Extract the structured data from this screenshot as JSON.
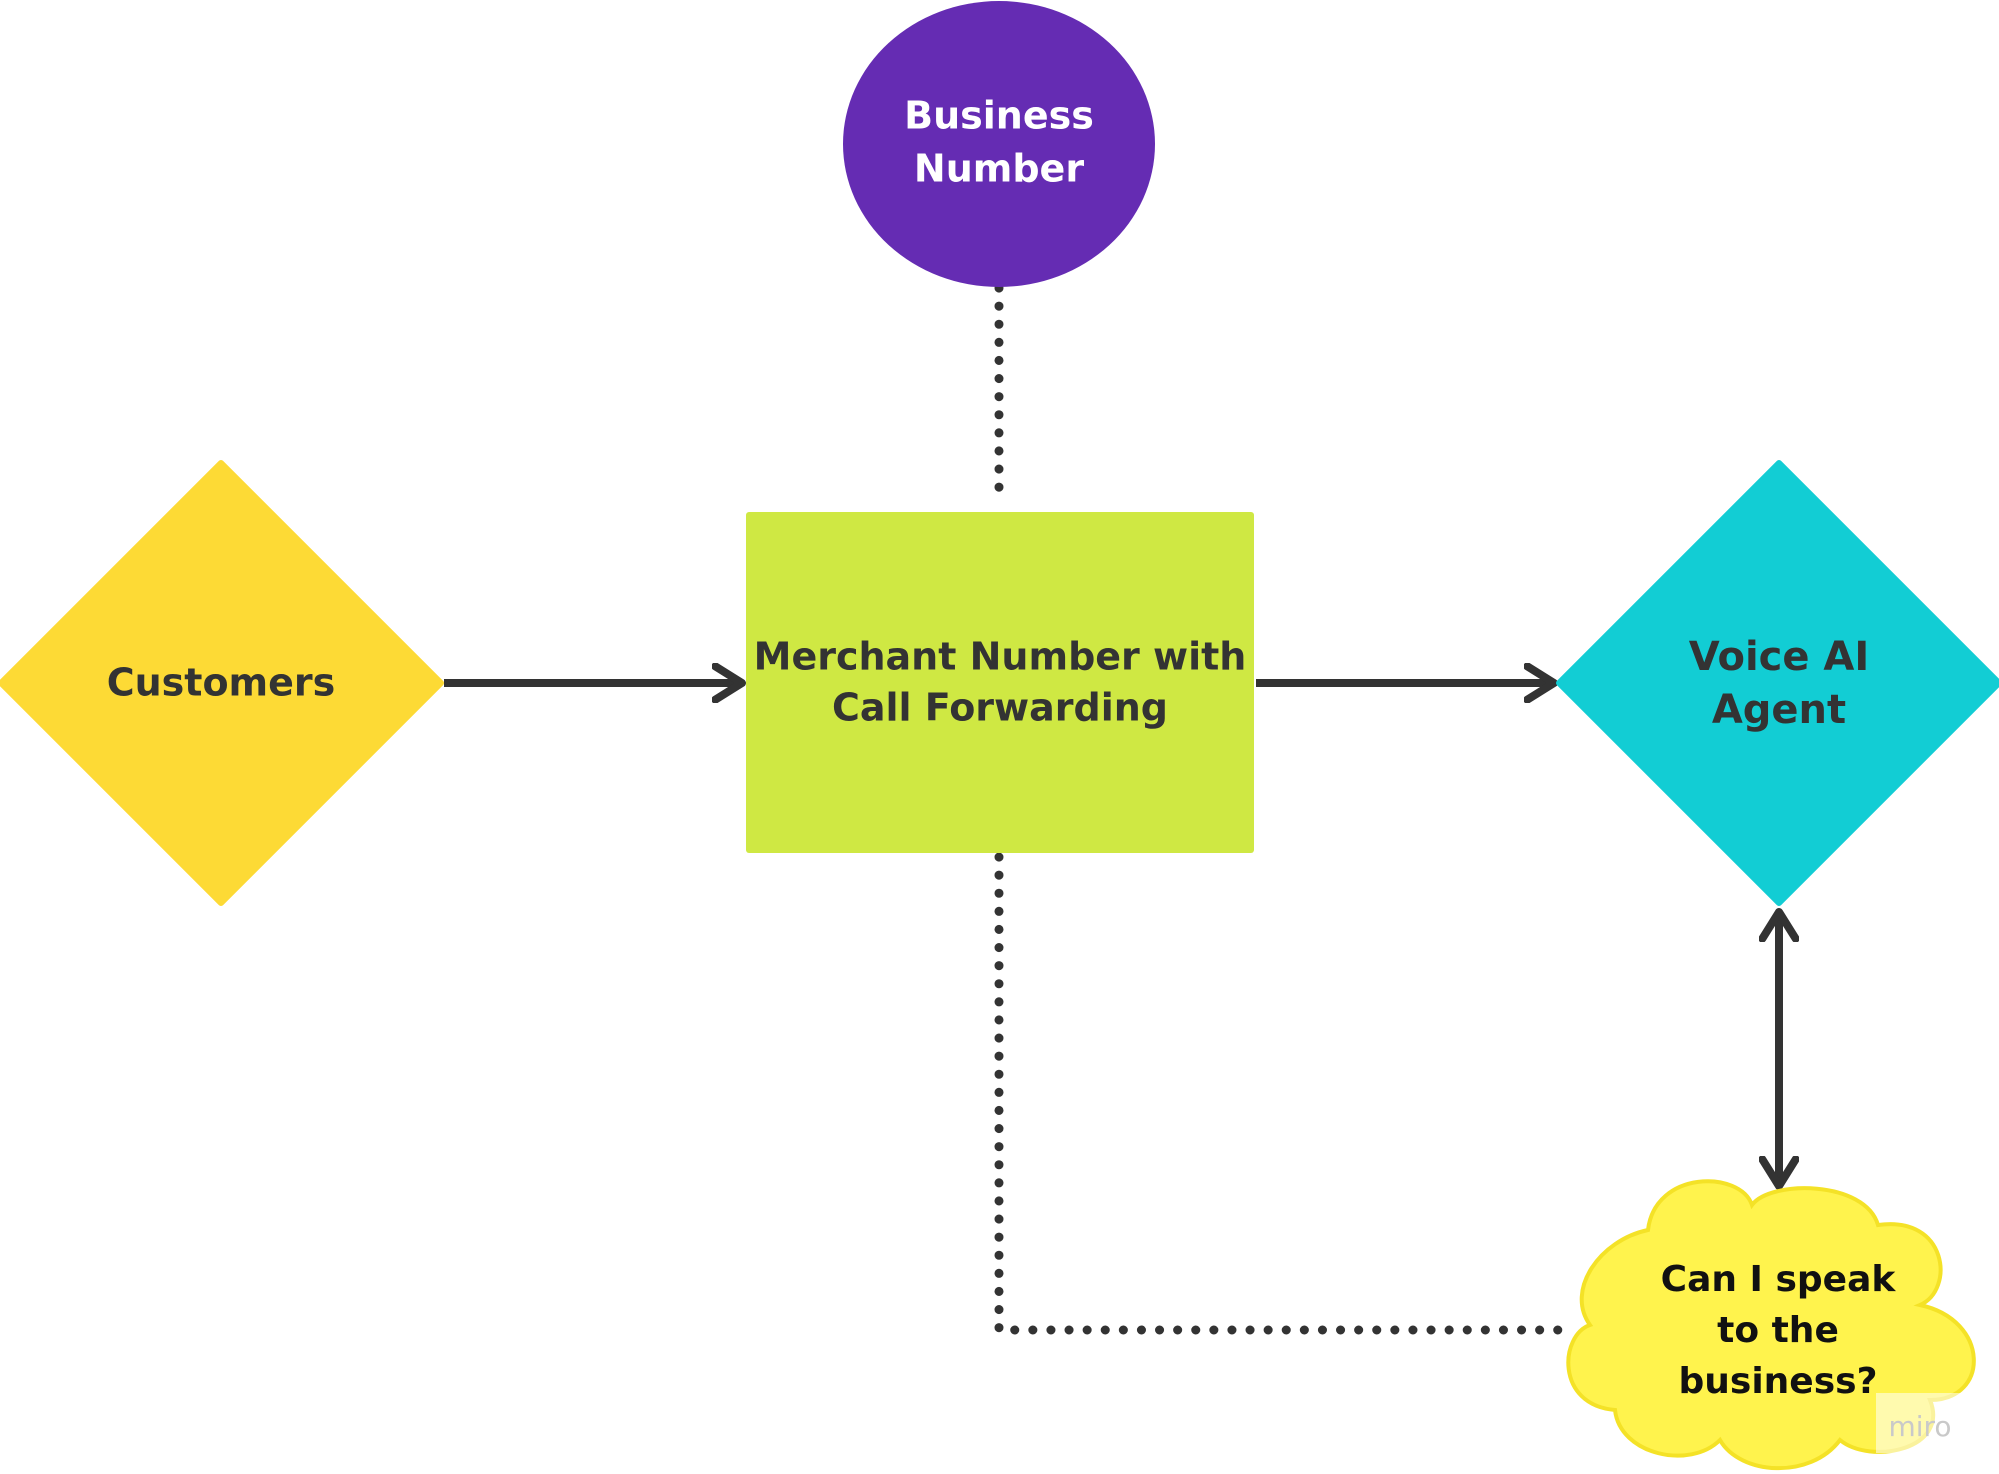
{
  "nodes": {
    "business_number": {
      "line1": "Business",
      "line2": "Number",
      "color": "#652CB3"
    },
    "customers": {
      "label": "Customers",
      "color": "#FDDA35"
    },
    "merchant": {
      "line1": "Merchant Number with",
      "line2": "Call Forwarding",
      "color": "#CFE843"
    },
    "voice_ai": {
      "line1": "Voice AI",
      "line2": "Agent",
      "color": "#12CDD4"
    },
    "speak_cloud": {
      "line1": "Can I speak",
      "line2": "to the",
      "line3": "business?",
      "color": "#FFF34D"
    }
  },
  "colors": {
    "text_dark": "#333333",
    "text_light": "#ffffff",
    "connector": "#333333"
  },
  "watermark": "miro"
}
